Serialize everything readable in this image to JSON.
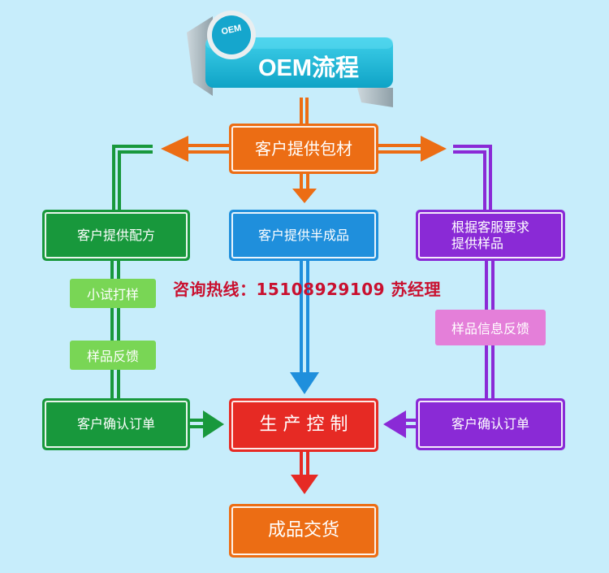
{
  "header": {
    "title": "OEM流程",
    "badge": "OEM"
  },
  "nodes": {
    "client_packaging": "客户提供包材",
    "client_formula": "客户提供配方",
    "client_semi": "客户提供半成品",
    "custom_sample_line1": "根据客服要求",
    "custom_sample_line2": "提供样品",
    "trial": "小试打样",
    "sample_feedback": "样品反馈",
    "sample_info_feedback": "样品信息反馈",
    "confirm_left": "客户确认订单",
    "confirm_right": "客户确认订单",
    "production": "生 产 控 制",
    "delivery": "成品交货"
  },
  "hotline": "咨询热线：15108929109 苏经理",
  "colors": {
    "background": "#c7edfb",
    "orange": "#ec6d14",
    "green": "#18983c",
    "blue": "#1f8fdc",
    "purple": "#8a2ad6",
    "red": "#e62a24",
    "teal": "#1bb6d4",
    "hotline": "#c9102f"
  }
}
